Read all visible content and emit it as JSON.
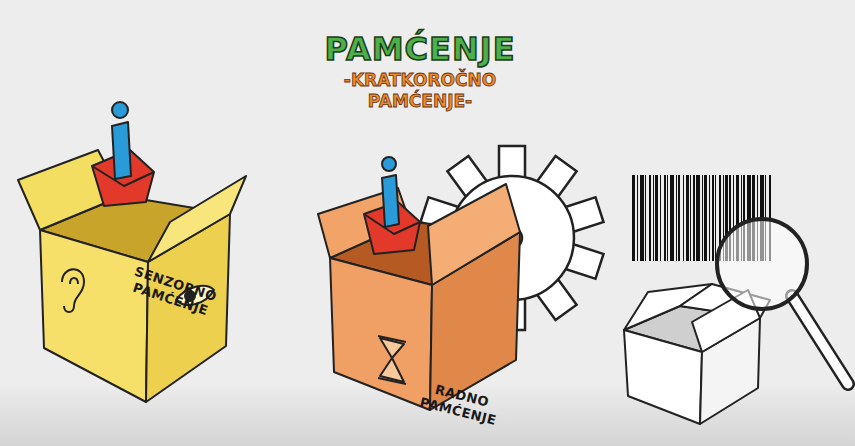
{
  "diagram": {
    "title": "PAMĆENJE",
    "nodes": [
      {
        "text": [
          "SENZORNO PAMĆENJE"
        ]
      },
      {
        "text": [
          "RADNO PAMĆENJE"
        ]
      }
    ],
    "labels": [
      "-KRATKOROČNO PAMĆENJE-"
    ]
  }
}
